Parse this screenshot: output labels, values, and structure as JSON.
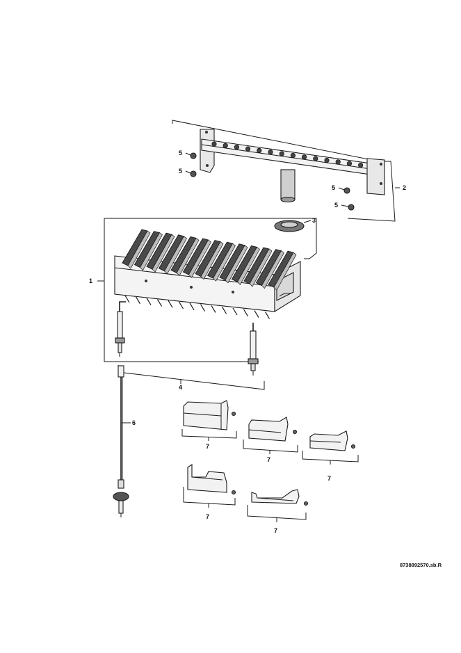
{
  "callouts": {
    "c1": "1",
    "c2": "2",
    "c3": "3",
    "c4": "4",
    "c5a": "5",
    "c5b": "5",
    "c5c": "5",
    "c5d": "5",
    "c6": "6",
    "c7a": "7",
    "c7b": "7",
    "c7c": "7",
    "c7d": "7",
    "c7e": "7"
  },
  "document_number": "8738892570.sb.R",
  "colors": {
    "line": "#1a1a1a",
    "dark_fill": "#555555",
    "light_fill": "#dcdcdc",
    "background": "#ffffff"
  }
}
